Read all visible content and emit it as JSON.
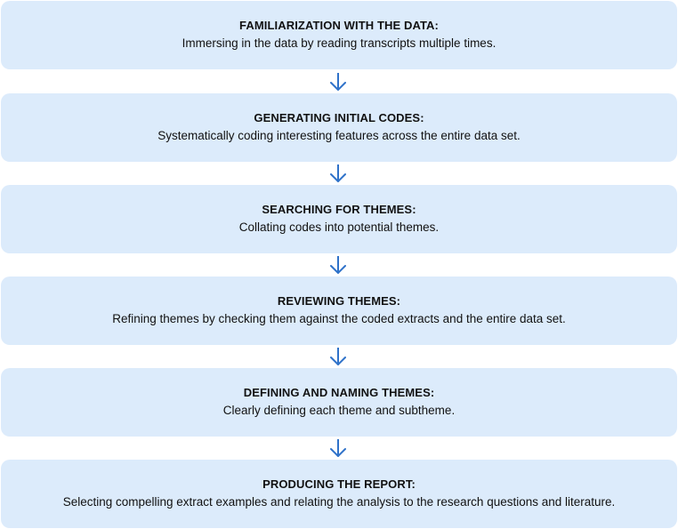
{
  "steps": [
    {
      "title": "FAMILIARIZATION WITH THE DATA:",
      "description": "Immersing in the data by reading transcripts multiple times."
    },
    {
      "title": "GENERATING INITIAL CODES:",
      "description": "Systematically coding interesting features across the entire data set."
    },
    {
      "title": "SEARCHING FOR THEMES:",
      "description": "Collating codes into potential themes."
    },
    {
      "title": "REVIEWING THEMES:",
      "description": "Refining themes by checking them against the coded extracts and the entire data set."
    },
    {
      "title": "DEFINING AND NAMING THEMES:",
      "description": "Clearly defining each theme and subtheme."
    },
    {
      "title": "PRODUCING THE REPORT:",
      "description": "Selecting compelling extract examples and relating the analysis to the research questions and literature."
    }
  ],
  "colors": {
    "box_fill": "#dcebfb",
    "arrow": "#2f72c9",
    "text": "#111111"
  }
}
